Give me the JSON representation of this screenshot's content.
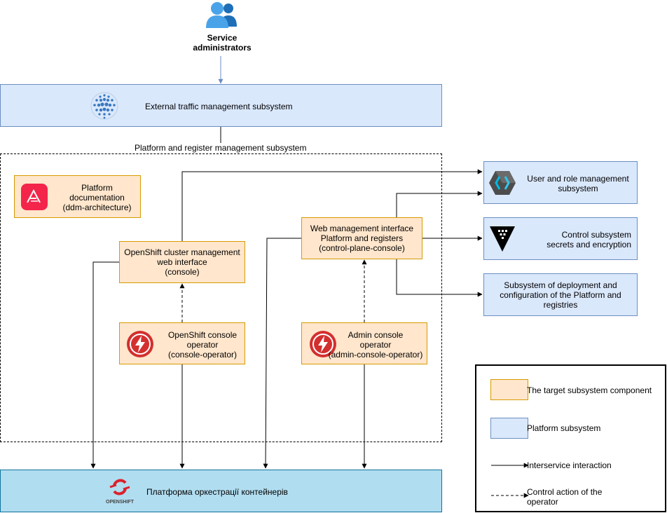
{
  "actor": {
    "label": "Service\nadministrators"
  },
  "external": {
    "label": "External traffic management subsystem"
  },
  "group": {
    "label": "Platform and register management subsystem"
  },
  "docs": {
    "label": "Platform\ndocumentation\n(ddm-architecture)"
  },
  "console": {
    "label": "OpenShift cluster management\nweb interface\n(console)"
  },
  "cpconsole": {
    "label": "Web management interface\nPlatform and registers\n(control-plane-console)"
  },
  "console_operator": {
    "label": "OpenShift console\noperator\n(console-operator)"
  },
  "admin_operator": {
    "label": "Admin console\noperator\n(admin-console-operator)"
  },
  "user_mgmt": {
    "label": "User and role management\nsubsystem"
  },
  "secrets": {
    "label": "Control subsystem\nsecrets and encryption"
  },
  "deploy": {
    "label": "Subsystem of deployment and\nconfiguration of the Platform and\nregistries"
  },
  "openshift": {
    "label": "Платформа оркестрації контейнерів",
    "logo_text": "OPENSHIFT"
  },
  "legend": {
    "target": "The target subsystem component",
    "platform": "Platform subsystem",
    "interservice": "Interservice interaction",
    "control": "Control action of the\noperator"
  },
  "colors": {
    "platform_fill": "#dae8fc",
    "target_fill": "#ffe6cc",
    "openshift_fill": "#b1ddf0",
    "operator_icon": "#d32f2f",
    "docs_icon": "#f3254a"
  }
}
